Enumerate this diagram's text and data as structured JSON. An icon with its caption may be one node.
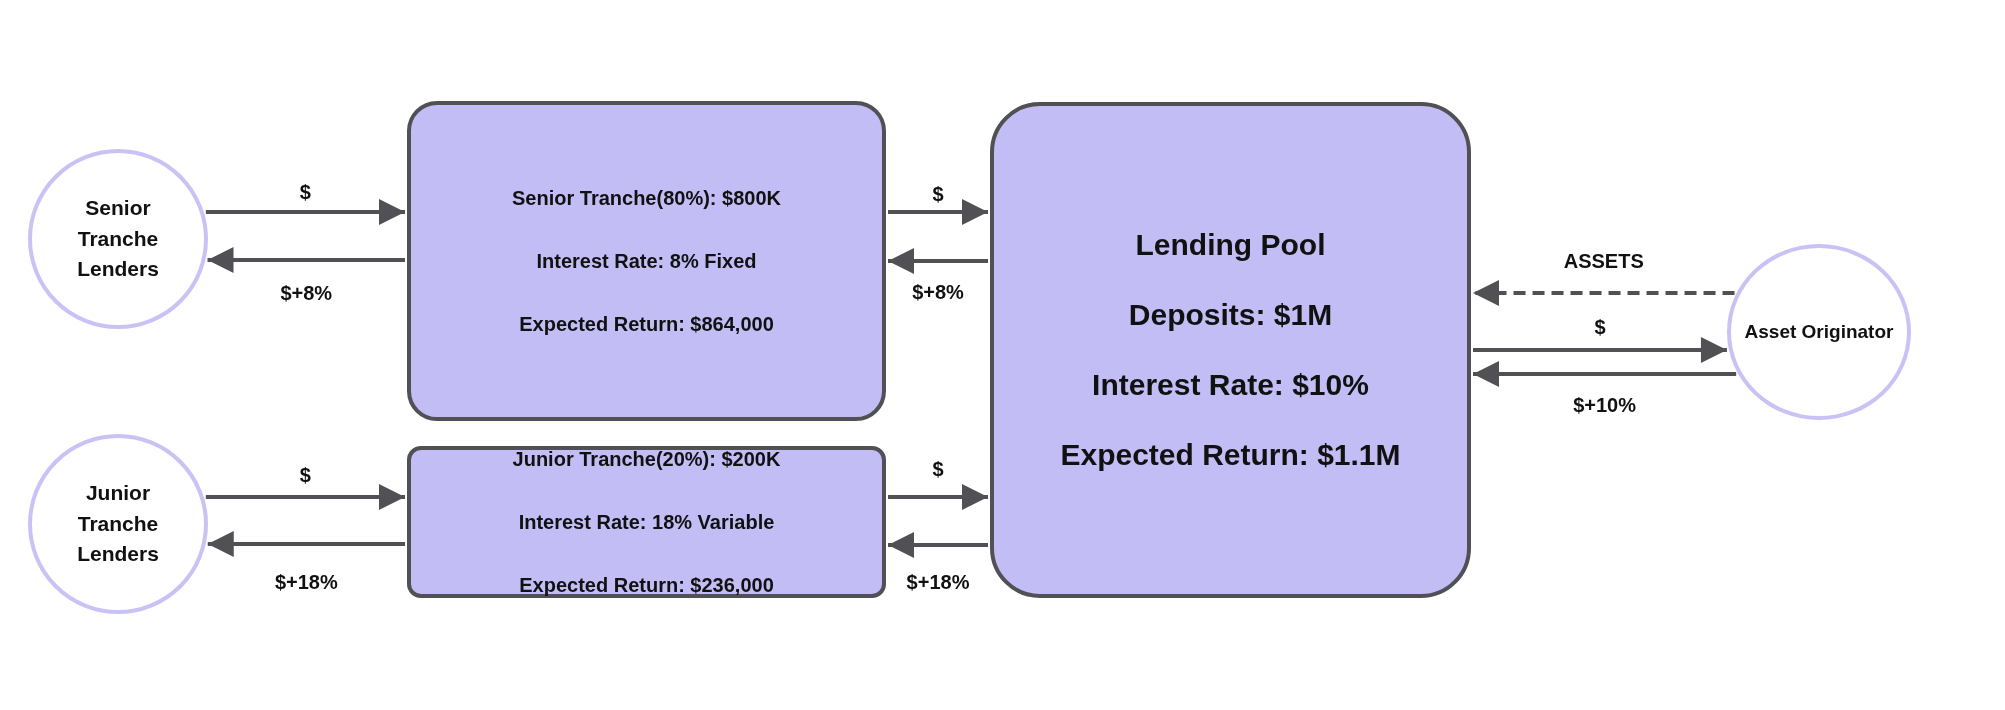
{
  "diagram": {
    "nodes": [
      {
        "text": [
          "Senior Tranche Lenders"
        ]
      },
      {
        "text": [
          "Senior Tranche(80%): $800K",
          "Interest Rate: 8% Fixed",
          "Expected Return: $864,000"
        ]
      },
      {
        "text": [
          "Lending Pool",
          "Deposits: $1M",
          "Interest Rate: $10%",
          "Expected Return: $1.1M"
        ]
      },
      {
        "text": [
          "Asset Originator"
        ]
      },
      {
        "text": [
          "Junior Tranche Lenders"
        ]
      },
      {
        "text": [
          "Junior Tranche(20%): $200K",
          "Interest Rate: 18% Variable",
          "Expected Return: $236,000"
        ]
      }
    ],
    "edges": [
      {
        "from": 0,
        "to": 1,
        "arrow": "to",
        "label": "$"
      },
      {
        "from": 1,
        "to": 0,
        "arrow": "to",
        "label": "$+8%"
      },
      {
        "from": 1,
        "to": 2,
        "arrow": "to",
        "label": "$"
      },
      {
        "from": 2,
        "to": 1,
        "arrow": "to",
        "label": "$+8%"
      },
      {
        "from": 4,
        "to": 5,
        "arrow": "to",
        "label": "$"
      },
      {
        "from": 5,
        "to": 4,
        "arrow": "to",
        "label": "$+18%"
      },
      {
        "from": 5,
        "to": 2,
        "arrow": "to",
        "label": "$"
      },
      {
        "from": 2,
        "to": 5,
        "arrow": "to",
        "label": "$+18%"
      },
      {
        "from": 3,
        "to": 2,
        "arrow": "to",
        "label": "ASSETS",
        "style": "dashed"
      },
      {
        "from": 2,
        "to": 3,
        "arrow": "to",
        "label": "$"
      },
      {
        "from": 3,
        "to": 2,
        "arrow": "to",
        "label": "$+10%"
      }
    ]
  }
}
